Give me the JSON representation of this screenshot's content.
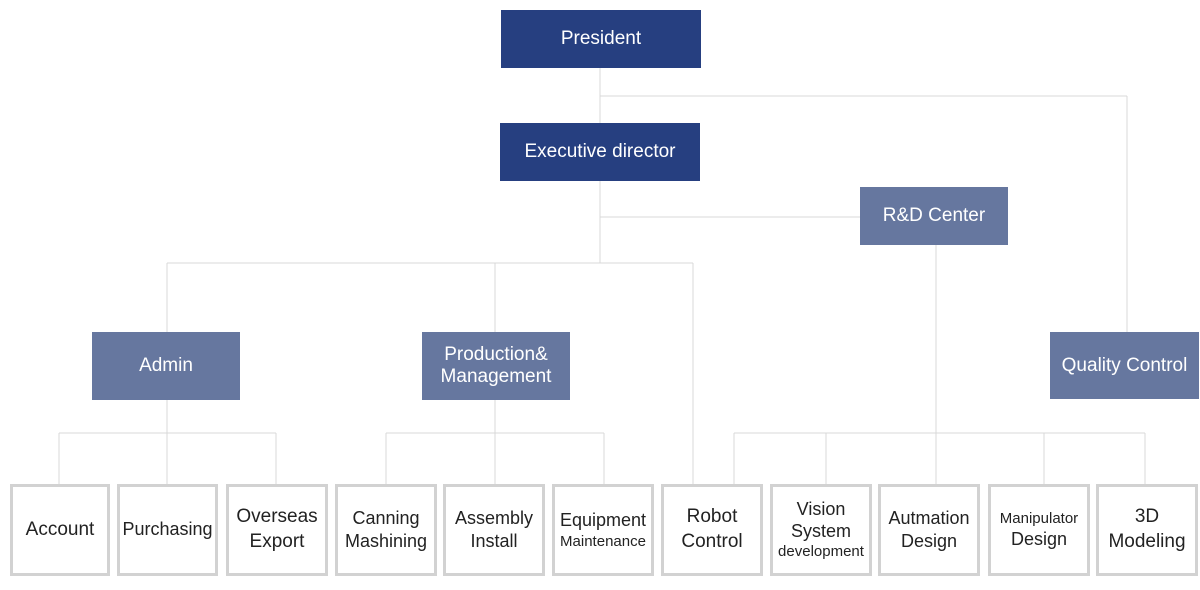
{
  "colors": {
    "top_level": "#263f80",
    "department": "#66779f",
    "leaf_border": "#d2d2d2",
    "connector": "#d9d9d9"
  },
  "president": "President",
  "executive_director": "Executive director",
  "rd_center": "R&D Center",
  "quality_control": "Quality Control",
  "admin": "Admin",
  "production": {
    "line1": "Production&",
    "line2": "Management"
  },
  "teams": {
    "account": {
      "line1": "Account"
    },
    "purchasing": {
      "line1": "Purchasing"
    },
    "overseas_export": {
      "line1": "Overseas",
      "line2": "Export"
    },
    "canning_mashining": {
      "line1": "Canning",
      "line2": "Mashining"
    },
    "assembly_install": {
      "line1": "Assembly",
      "line2": "Install"
    },
    "equipment_maintenance": {
      "line1": "Equipment",
      "line2": "Maintenance"
    },
    "robot_control": {
      "line1": "Robot",
      "line2": "Control"
    },
    "vision_system": {
      "line1": "Vision",
      "line2": "System",
      "line3": "development"
    },
    "automation_design": {
      "line1": "Autmation",
      "line2": "Design"
    },
    "manipulator_design": {
      "line1": "Manipulator",
      "line2": "Design"
    },
    "modeling_3d": {
      "line1": "3D",
      "line2": "Modeling"
    }
  }
}
